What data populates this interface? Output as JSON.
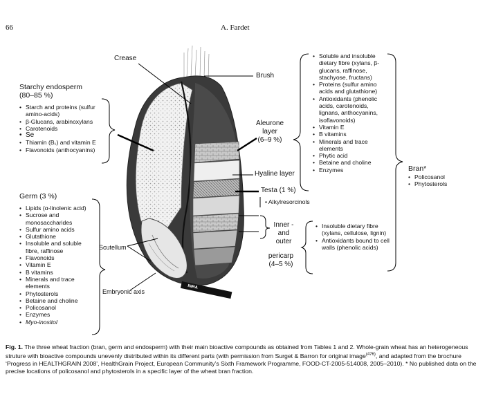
{
  "header": {
    "page_number": "66",
    "author": "A. Fardet"
  },
  "figure": {
    "crease": "Crease",
    "brush": "Brush",
    "starchy_title": "Starchy endosperm",
    "starchy_pct": "(80–85 %)",
    "starchy_items": [
      "Starch and proteins (sulfur amino-acids)",
      "β-Glucans, arabinoxylans",
      "Carotenoids",
      "Se",
      "Thiamin (B₁) and vitamin E",
      "Flavonoids (anthocyanins)"
    ],
    "germ_title": "Germ (3 %)",
    "germ_items": [
      "Lipids (α-linolenic acid)",
      "Sucrose and monosaccharides",
      "Sulfur amino acids",
      "Glutathione",
      "Insoluble and soluble fibre, raffinose",
      "Flavonoids",
      "Vitamin E",
      "B vitamins",
      "Minerals and trace elements",
      "Phytosterols",
      "Betaine and choline",
      "Policosanol",
      "Enzymes",
      "Myo-inositol"
    ],
    "scutellum": "Scutellum",
    "embryonic_axis": "Embryonic axis",
    "aleurone_line1": "Aleurone",
    "aleurone_line2": "layer",
    "aleurone_pct": "(6–9 %)",
    "hyaline": "Hyaline layer",
    "testa": "Testa (1 %)",
    "alkylresorcinols": "• Alkylresorcinols",
    "inner_outer_1": "Inner -",
    "inner_outer_2": "and",
    "inner_outer_3": "outer",
    "pericarp": "pericarp",
    "pericarp_pct": "(4–5 %)",
    "bran_top_items": [
      "Soluble and insoluble dietary fibre (xylans, β-glucans, raffinose, stachyose, fructans)",
      "Proteins (sulfur amino acids and glutathione)",
      "Antioxidants (phenolic acids, carotenoids, lignans, anthocyanins, isoflavonoids)",
      "Vitamin E",
      "B vitamins",
      "Minerals and trace elements",
      "Phytic acid",
      "Betaine and choline",
      "Enzymes"
    ],
    "pericarp_items": [
      "Insoluble dietary fibre (xylans, cellulose, lignin)",
      "Antioxidants bound to cell walls (phenolic acids)"
    ],
    "bran_title": "Bran*",
    "bran_items": [
      "Policosanol",
      "Phytosterols"
    ],
    "logo": "INRA"
  },
  "caption": {
    "label": "Fig. 1.",
    "text": "The three wheat fraction (bran, germ and endosperm) with their main bioactive compounds as obtained from Tables 1 and 2. Whole-grain wheat has an heterogeneous struture with bioactive compounds unevenly distributed within its different parts (with permission from Surget & Barron for original image",
    "ref": "(476)",
    "text2": ", and adapted from the brochure ‘Progress in HEALTHGRAIN 2008’, HealthGrain Project, European Community’s Sixth Framework Programme, FOOD-CT-2005-514008, 2005–2010). * No published data on the precise locations of policosanol and phytosterols in a specific layer of the wheat bran fraction."
  }
}
